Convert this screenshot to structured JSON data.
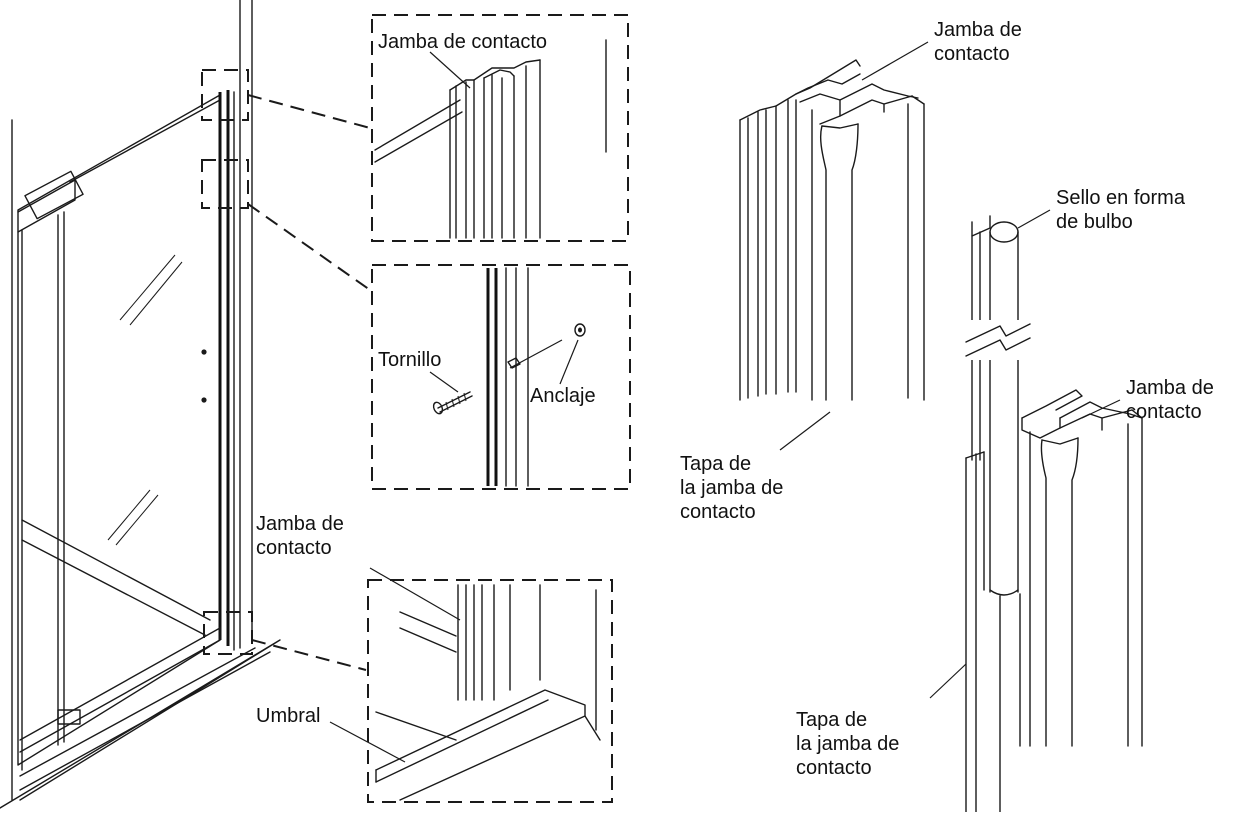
{
  "labels": {
    "top_detail_jamb": "Jamba de contacto",
    "screw": "Tornillo",
    "anchor": "Anclaje",
    "bottom_detail_jamb": "Jamba de\ncontacto",
    "threshold": "Umbral",
    "right_top_jamb": "Jamba de\ncontacto",
    "right_top_cap": "Tapa de\nla jamba de\ncontacto",
    "bulb_seal": "Sello en forma\nde bulbo",
    "right_bottom_jamb": "Jamba de\ncontacto",
    "right_bottom_cap": "Tapa de\nla jamba de\ncontacto"
  },
  "colors": {
    "ink": "#1a1a1a",
    "background": "#ffffff"
  }
}
